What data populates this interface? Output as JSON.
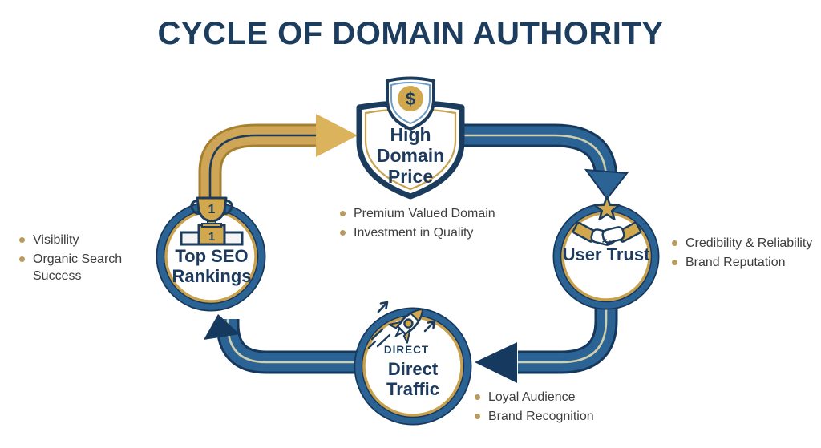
{
  "title": "CYCLE OF DOMAIN AUTHORITY",
  "nodes": {
    "high_domain_price": {
      "label": "High Domain Price",
      "icon": "shield-dollar-icon",
      "symbol": "$"
    },
    "user_trust": {
      "label": "User Trust",
      "icon": "handshake-star-icon"
    },
    "direct_traffic": {
      "label": "Direct Traffic",
      "icon": "rocket-icon",
      "tag": "DIRECT"
    },
    "top_seo_rankings": {
      "label": "Top SEO Rankings",
      "icon": "trophy-icon",
      "trophy_rank": "1",
      "podium_rank": "1"
    }
  },
  "bullet_groups": {
    "high_domain_price": {
      "items": [
        "Premium Valued Domain",
        "Investment in Quality"
      ]
    },
    "user_trust": {
      "items": [
        "Credibility & Reliability",
        "Brand Reputation"
      ]
    },
    "direct_traffic": {
      "items": [
        "Loyal Audience",
        "Brand Recognition"
      ]
    },
    "top_seo_rankings": {
      "items": [
        "Visibility",
        "Organic Search Success"
      ]
    }
  },
  "colors": {
    "title_navy": "#1d3d5f",
    "navy": "#1c3c5e",
    "steel_blue": "#2b6394",
    "arrow_edge_navy": "#16385c",
    "gold": "#c9a14d",
    "gold_band": "#cfa557",
    "gold_edge": "#a5802f",
    "gold_head": "#dab35c",
    "cream_line": "#cfcfae",
    "text_dark": "#3f3e3e",
    "bullet_gold": "#b99b60",
    "white": "#ffffff"
  }
}
